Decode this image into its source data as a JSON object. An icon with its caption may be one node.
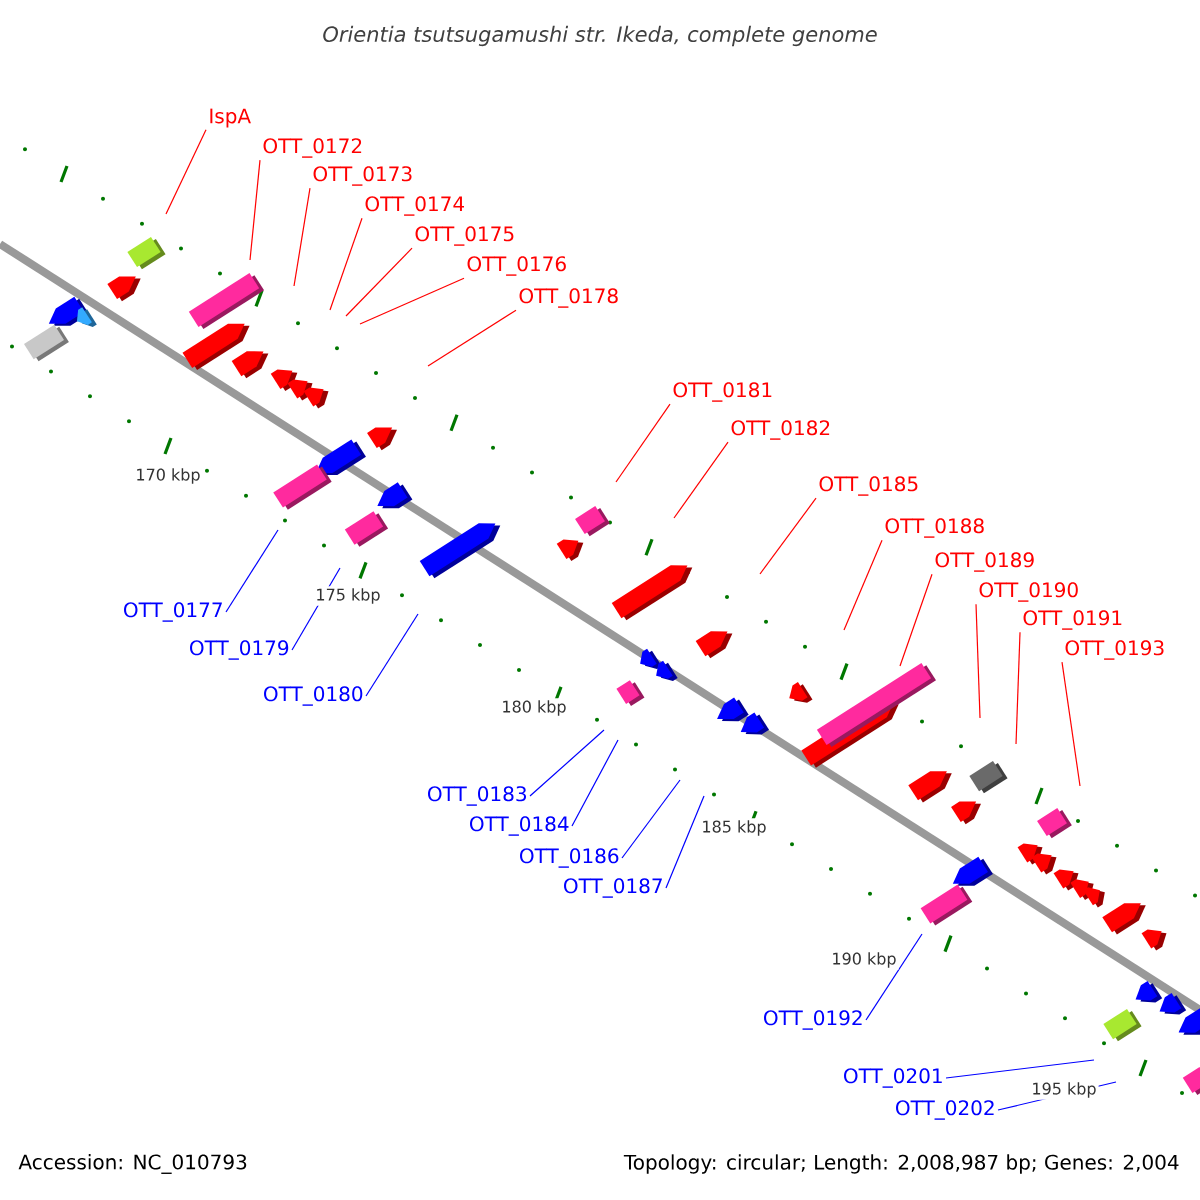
{
  "diagram": {
    "title": "Orientia tsutsugamushi str. Ikeda, complete genome",
    "nodes": [
      {
        "text": [
          "IspA"
        ]
      },
      {
        "text": [
          "OTT_0172"
        ]
      },
      {
        "text": [
          "OTT_0173"
        ]
      },
      {
        "text": [
          "OTT_0174"
        ]
      },
      {
        "text": [
          "OTT_0175"
        ]
      },
      {
        "text": [
          "OTT_0176"
        ]
      },
      {
        "text": [
          "OTT_0178"
        ]
      },
      {
        "text": [
          "OTT_0181"
        ]
      },
      {
        "text": [
          "OTT_0182"
        ]
      },
      {
        "text": [
          "OTT_0185"
        ]
      },
      {
        "text": [
          "OTT_0188"
        ]
      },
      {
        "text": [
          "OTT_0189"
        ]
      },
      {
        "text": [
          "OTT_0190"
        ]
      },
      {
        "text": [
          "OTT_0191"
        ]
      },
      {
        "text": [
          "OTT_0193"
        ]
      },
      {
        "text": [
          "OTT_0177"
        ]
      },
      {
        "text": [
          "OTT_0179"
        ]
      },
      {
        "text": [
          "OTT_0180"
        ]
      },
      {
        "text": [
          "OTT_0183"
        ]
      },
      {
        "text": [
          "OTT_0184"
        ]
      },
      {
        "text": [
          "OTT_0186"
        ]
      },
      {
        "text": [
          "OTT_0187"
        ]
      },
      {
        "text": [
          "OTT_0192"
        ]
      },
      {
        "text": [
          "OTT_0201"
        ]
      },
      {
        "text": [
          "OTT_0202"
        ]
      }
    ],
    "edges": [
      {
        "from": 0,
        "to": null,
        "arrow": "none"
      },
      {
        "from": 1,
        "to": null,
        "arrow": "none"
      },
      {
        "from": 2,
        "to": null,
        "arrow": "none"
      },
      {
        "from": 3,
        "to": null,
        "arrow": "none"
      },
      {
        "from": 4,
        "to": null,
        "arrow": "none"
      },
      {
        "from": 5,
        "to": null,
        "arrow": "none"
      },
      {
        "from": 6,
        "to": null,
        "arrow": "none"
      },
      {
        "from": 7,
        "to": null,
        "arrow": "none"
      },
      {
        "from": 8,
        "to": null,
        "arrow": "none"
      },
      {
        "from": 9,
        "to": null,
        "arrow": "none"
      },
      {
        "from": 10,
        "to": null,
        "arrow": "none"
      },
      {
        "from": 11,
        "to": null,
        "arrow": "none"
      },
      {
        "from": 12,
        "to": null,
        "arrow": "none"
      },
      {
        "from": 13,
        "to": null,
        "arrow": "none"
      },
      {
        "from": 14,
        "to": null,
        "arrow": "none"
      },
      {
        "from": 15,
        "to": null,
        "arrow": "none",
        "color": "#0000ff"
      },
      {
        "from": 16,
        "to": null,
        "arrow": "none",
        "color": "#0000ff"
      },
      {
        "from": 17,
        "to": null,
        "arrow": "none",
        "color": "#0000ff"
      },
      {
        "from": 18,
        "to": null,
        "arrow": "none",
        "color": "#0000ff"
      },
      {
        "from": 19,
        "to": null,
        "arrow": "none",
        "color": "#0000ff"
      },
      {
        "from": 20,
        "to": null,
        "arrow": "none",
        "color": "#0000ff"
      },
      {
        "from": 21,
        "to": null,
        "arrow": "none",
        "color": "#0000ff"
      },
      {
        "from": 22,
        "to": null,
        "arrow": "none",
        "color": "#0000ff"
      },
      {
        "from": 23,
        "to": null,
        "arrow": "none",
        "color": "#0000ff"
      },
      {
        "from": 24,
        "to": null,
        "arrow": "none",
        "color": "#0000ff"
      }
    ],
    "labels": [
      "170 kbp",
      "175 kbp",
      "180 kbp",
      "185 kbp",
      "190 kbp",
      "195 kbp",
      "Accession: NC_010793",
      "Topology: circular; Length: 2,008,987 bp; Genes: 2,004"
    ]
  }
}
